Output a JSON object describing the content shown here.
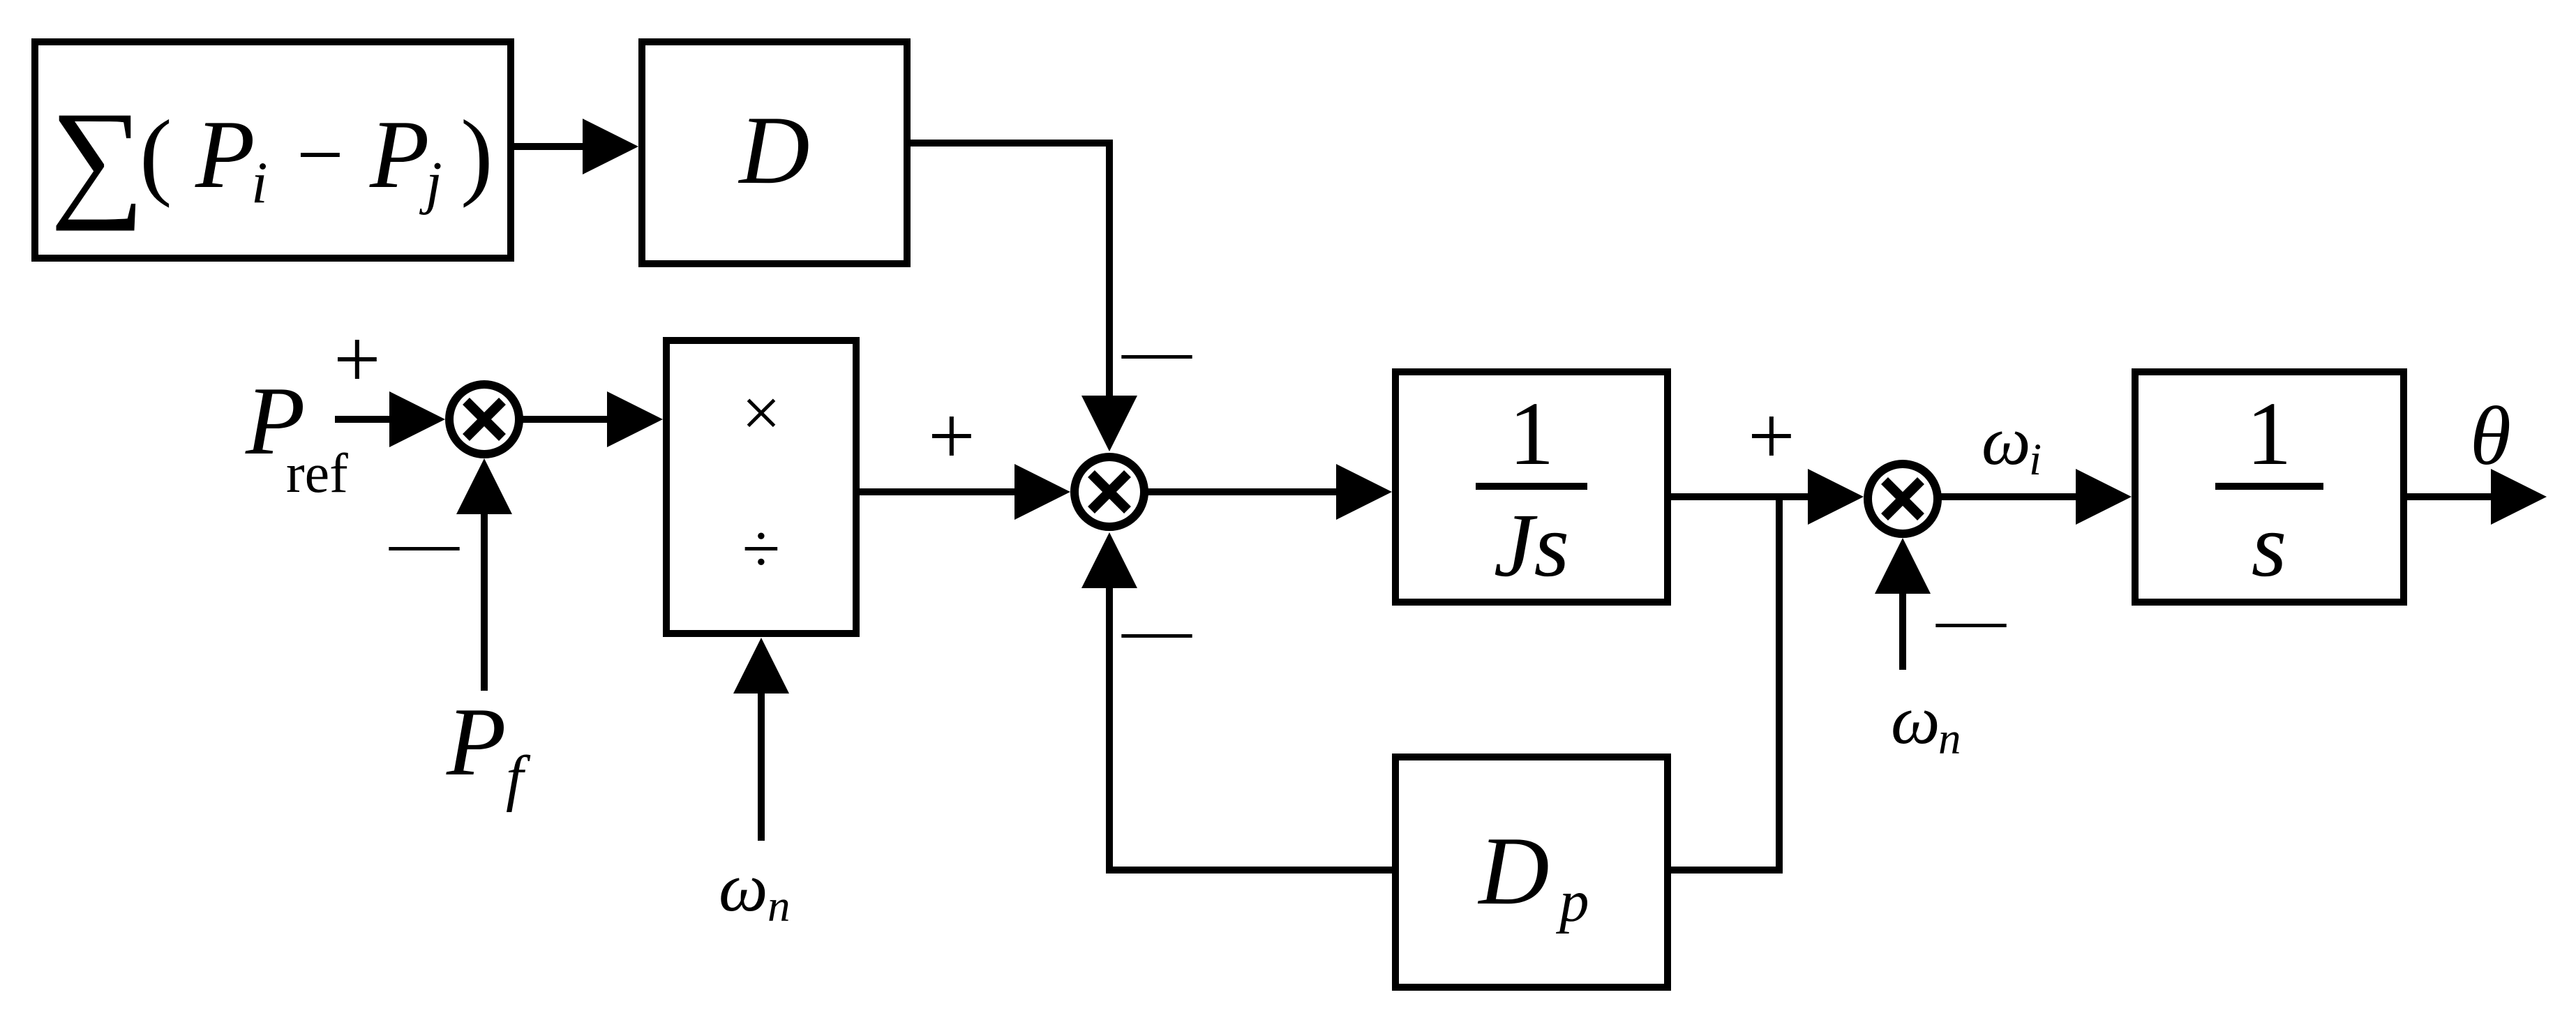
{
  "blocks": {
    "sum_block": {
      "sigma": "∑",
      "open_paren": "(",
      "p1": "P",
      "p1_sub": "i",
      "minus": "−",
      "p2": "P",
      "p2_sub": "j",
      "close_paren": ")"
    },
    "d_block": {
      "label": "D"
    },
    "muldiv_block": {
      "top": "×",
      "bottom": "÷"
    },
    "inertia_block": {
      "numerator": "1",
      "denominator": "Js"
    },
    "damping_block": {
      "label": "D",
      "sub": "p"
    },
    "integrator_block": {
      "numerator": "1",
      "denominator": "s"
    }
  },
  "signals": {
    "p_ref": {
      "base": "P",
      "sub": "ref"
    },
    "p_f": {
      "base": "P",
      "sub": "f"
    },
    "omega_n_muldiv": {
      "base": "ω",
      "sub": "n"
    },
    "omega_n_sum3": {
      "base": "ω",
      "sub": "n"
    },
    "omega_i": {
      "base": "ω",
      "sub": "i"
    },
    "theta": {
      "label": "θ"
    }
  },
  "signs": {
    "sum1_plus": "+",
    "sum1_minus": "—",
    "sum2_plus": "+",
    "sum2_minus_top": "—",
    "sum2_minus_bottom": "—",
    "sum3_plus": "+",
    "sum3_minus": "—"
  }
}
